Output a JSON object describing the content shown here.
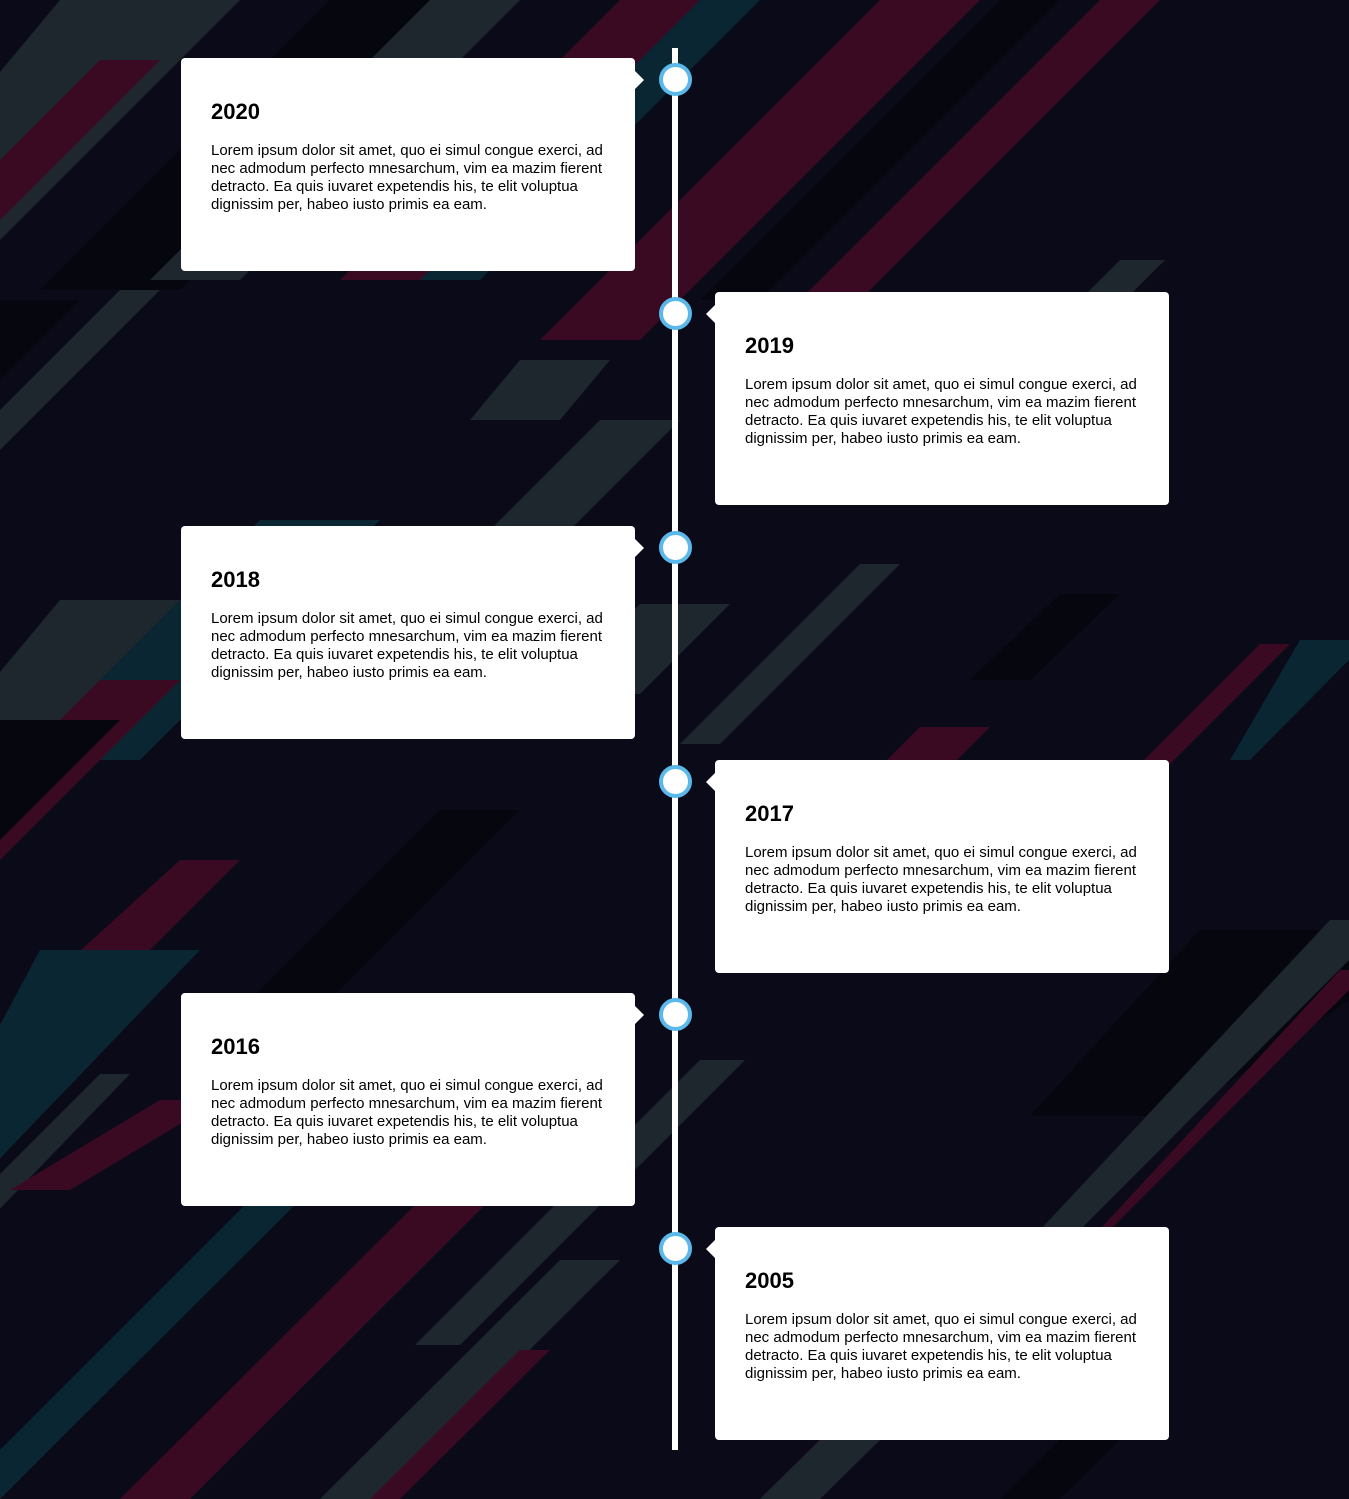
{
  "colors": {
    "background": "#0a0a18",
    "line": "#ffffff",
    "dot_border": "#5ab9ea",
    "card": "#ffffff"
  },
  "timeline": [
    {
      "year": "2020",
      "text": "Lorem ipsum dolor sit amet, quo ei simul congue exerci, ad nec admodum perfecto mnesarchum, vim ea mazim fierent detracto. Ea quis iuvaret expetendis his, te elit voluptua dignissim per, habeo iusto primis ea eam.",
      "side": "left"
    },
    {
      "year": "2019",
      "text": "Lorem ipsum dolor sit amet, quo ei simul congue exerci, ad nec admodum perfecto mnesarchum, vim ea mazim fierent detracto. Ea quis iuvaret expetendis his, te elit voluptua dignissim per, habeo iusto primis ea eam.",
      "side": "right"
    },
    {
      "year": "2018",
      "text": "Lorem ipsum dolor sit amet, quo ei simul congue exerci, ad nec admodum perfecto mnesarchum, vim ea mazim fierent detracto. Ea quis iuvaret expetendis his, te elit voluptua dignissim per, habeo iusto primis ea eam.",
      "side": "left"
    },
    {
      "year": "2017",
      "text": "Lorem ipsum dolor sit amet, quo ei simul congue exerci, ad nec admodum perfecto mnesarchum, vim ea mazim fierent detracto. Ea quis iuvaret expetendis his, te elit voluptua dignissim per, habeo iusto primis ea eam.",
      "side": "right"
    },
    {
      "year": "2016",
      "text": "Lorem ipsum dolor sit amet, quo ei simul congue exerci, ad nec admodum perfecto mnesarchum, vim ea mazim fierent detracto. Ea quis iuvaret expetendis his, te elit voluptua dignissim per, habeo iusto primis ea eam.",
      "side": "left"
    },
    {
      "year": "2005",
      "text": "Lorem ipsum dolor sit amet, quo ei simul congue exerci, ad nec admodum perfecto mnesarchum, vim ea mazim fierent detracto. Ea quis iuvaret expetendis his, te elit voluptua dignissim per, habeo iusto primis ea eam.",
      "side": "right"
    }
  ]
}
